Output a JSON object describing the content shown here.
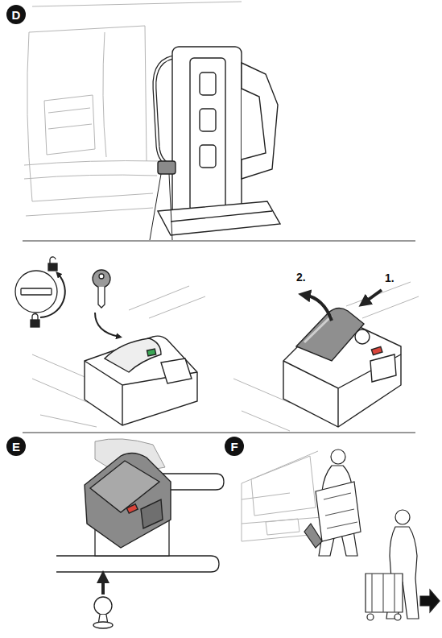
{
  "diagram": {
    "nodes": [
      {
        "text": [
          "D"
        ]
      },
      {
        "text": [
          "E"
        ]
      },
      {
        "text": [
          "F"
        ]
      }
    ],
    "labels": [
      "2.",
      "1."
    ]
  }
}
